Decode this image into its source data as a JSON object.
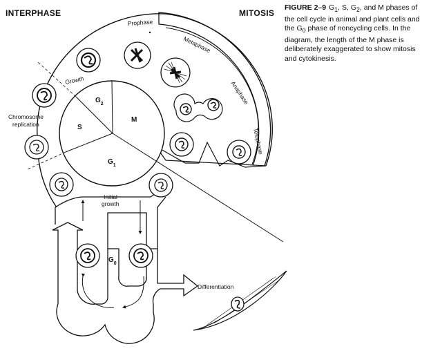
{
  "headers": {
    "interphase": "INTERPHASE",
    "mitosis": "MITOSIS"
  },
  "caption": {
    "figure": "FIGURE 2–9",
    "text_1": "G",
    "sub_1": "1",
    "text_2": ", S, G",
    "sub_2": "2",
    "text_3": ", and M phases of the cell cycle in animal and plant cells and the G",
    "sub_3": "0",
    "text_4": " phase of noncycling cells. In the diagram, the length of the M phase is deliberately exaggerated to show mitosis and cytokinesis."
  },
  "phases": {
    "prophase": "Prophase",
    "metaphase": "Metaphase",
    "anaphase": "Anaphase",
    "telophase": "Telophase"
  },
  "segments": {
    "g2": "G",
    "g2_sub": "2",
    "s": "S",
    "m": "M",
    "g1": "G",
    "g1_sub": "1"
  },
  "labels": {
    "growth": "Growth",
    "chromosome": "Chromosome",
    "replication": "replication",
    "initial": "Initial",
    "growth2": "growth",
    "g0": "G",
    "g0_sub": "0",
    "differentiation": "Differentiation"
  },
  "colors": {
    "ink": "#111111",
    "paper": "#ffffff"
  }
}
